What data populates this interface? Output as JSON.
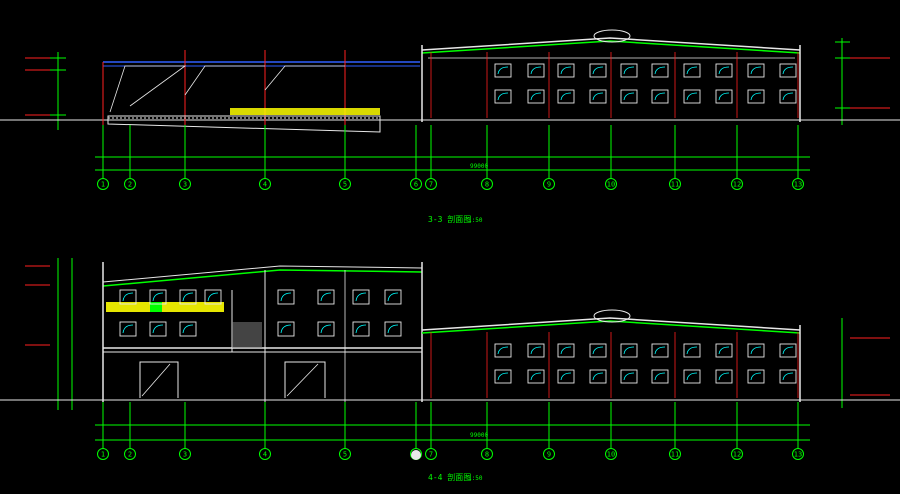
{
  "colors": {
    "background": "#000000",
    "grid_green": "#00ff00",
    "axis_red": "#ff2020",
    "wall_white": "#e8e8e8",
    "window_cyan": "#00ffff",
    "roof_yellow": "#ffff00",
    "level_blue": "#3060ff"
  },
  "drawing": {
    "section_upper": {
      "title": "3-3  剖面图",
      "scale": "1:50",
      "grid_labels": [
        "1",
        "2",
        "3",
        "4",
        "5",
        "6",
        "7",
        "8",
        "9",
        "10",
        "11",
        "12",
        "13"
      ],
      "total_dim": "99000"
    },
    "section_lower": {
      "title": "4-4  剖面图",
      "scale": "1:50",
      "grid_labels": [
        "1",
        "2",
        "3",
        "4",
        "5",
        "6",
        "7",
        "8",
        "9",
        "10",
        "11",
        "12",
        "13"
      ],
      "total_dim": "99000"
    }
  }
}
